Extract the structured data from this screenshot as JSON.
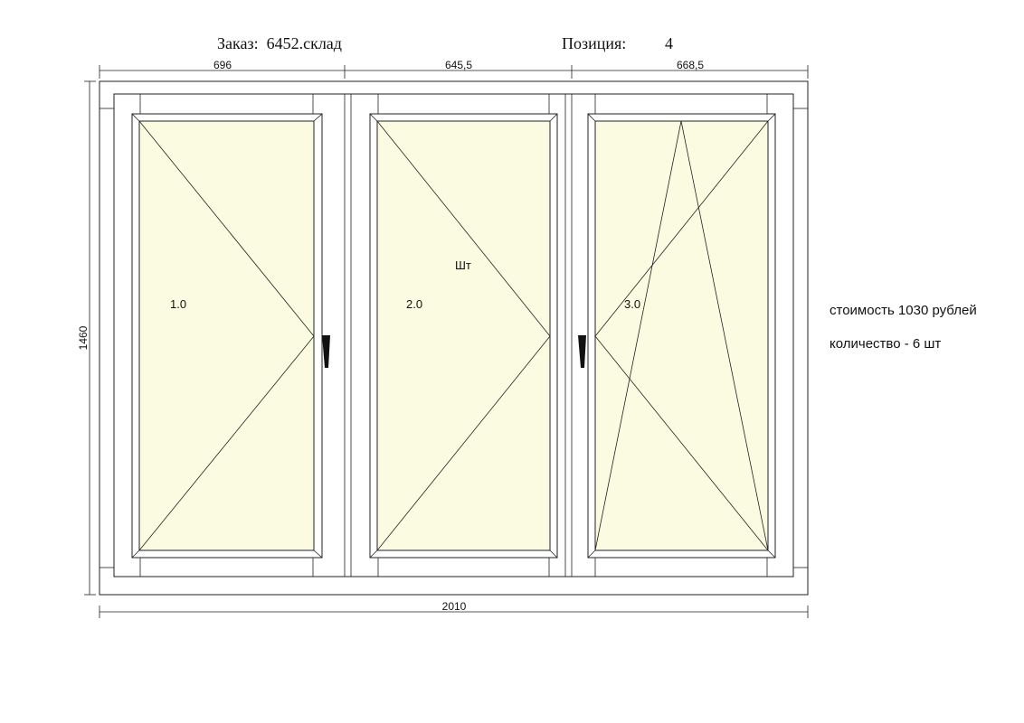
{
  "header": {
    "order_label": "Заказ:",
    "order_value": "6452.склад",
    "position_label": "Позиция:",
    "position_value": "4"
  },
  "dimensions": {
    "top": [
      "696",
      "645,5",
      "668,5"
    ],
    "bottom": "2010",
    "left": "1460"
  },
  "sashes": [
    {
      "label": "1.0"
    },
    {
      "label": "2.0",
      "extra": "Шт"
    },
    {
      "label": "3.0"
    }
  ],
  "info": {
    "cost": "стоимость 1030 рублей",
    "quantity": "количество - 6 шт"
  },
  "colors": {
    "glass": "#fbfbe1",
    "line": "#222222",
    "handle": "#111111"
  }
}
